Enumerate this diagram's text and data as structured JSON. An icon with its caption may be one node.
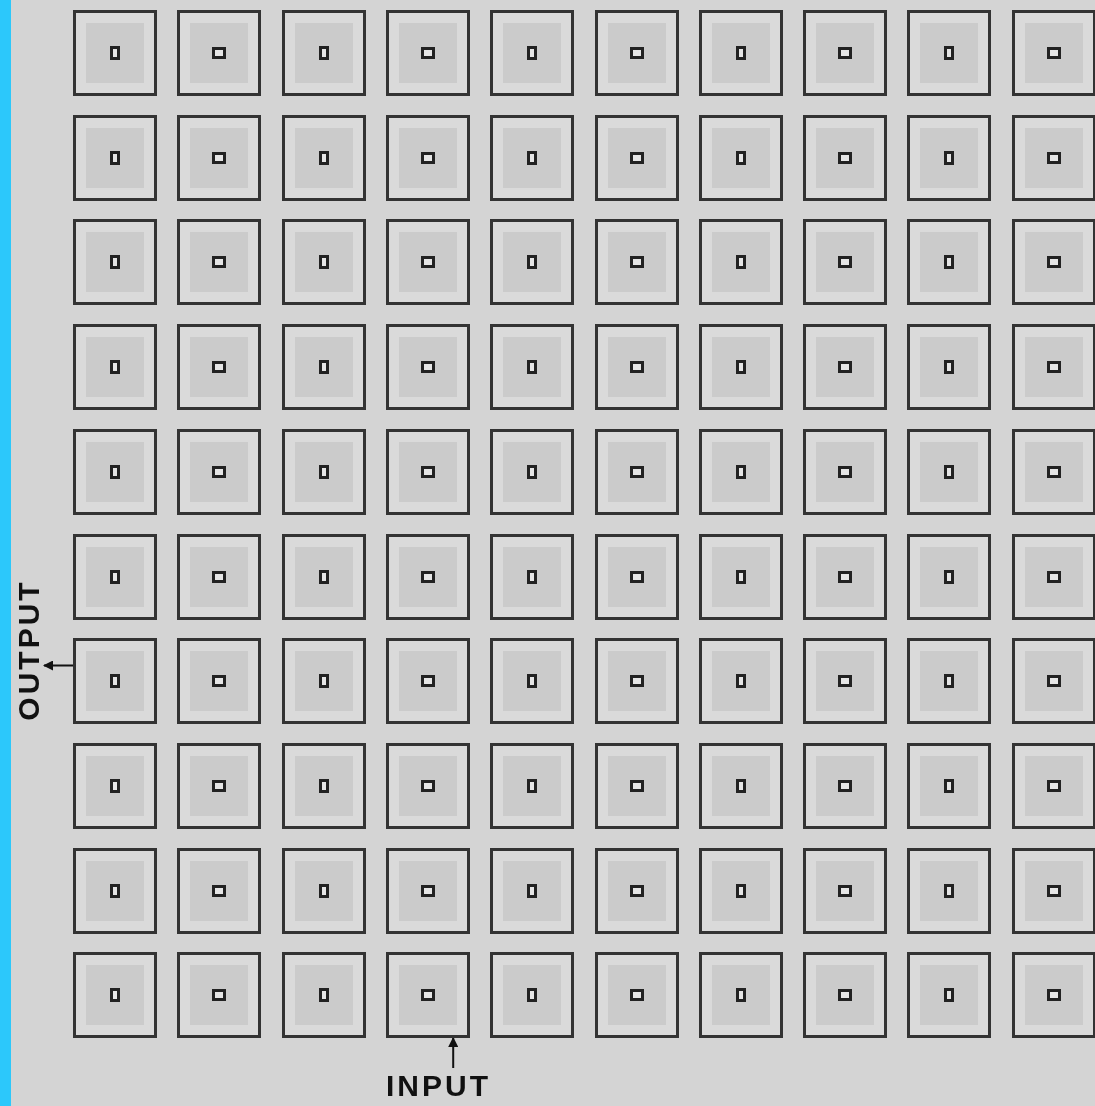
{
  "diagram": {
    "nodes": [
      {
        "text": [],
        "shape": "box"
      },
      {
        "text": [],
        "shape": "box"
      },
      {
        "text": [],
        "shape": "box"
      },
      {
        "text": [],
        "shape": "box"
      },
      {
        "text": [],
        "shape": "box"
      },
      {
        "text": [],
        "shape": "box"
      },
      {
        "text": [],
        "shape": "box"
      },
      {
        "text": [],
        "shape": "box"
      },
      {
        "text": [],
        "shape": "box"
      },
      {
        "text": [],
        "shape": "box"
      },
      {
        "text": [],
        "shape": "box"
      },
      {
        "text": [],
        "shape": "box"
      },
      {
        "text": [],
        "shape": "box"
      },
      {
        "text": [],
        "shape": "box"
      },
      {
        "text": [],
        "shape": "box"
      },
      {
        "text": [],
        "shape": "box"
      },
      {
        "text": [],
        "shape": "box"
      },
      {
        "text": [],
        "shape": "box"
      },
      {
        "text": [],
        "shape": "box"
      },
      {
        "text": [],
        "shape": "box"
      },
      {
        "text": [],
        "shape": "box"
      },
      {
        "text": [],
        "shape": "box"
      },
      {
        "text": [],
        "shape": "box"
      },
      {
        "text": [],
        "shape": "box"
      },
      {
        "text": [],
        "shape": "box"
      },
      {
        "text": [],
        "shape": "box"
      },
      {
        "text": [],
        "shape": "box"
      },
      {
        "text": [],
        "shape": "box"
      },
      {
        "text": [],
        "shape": "box"
      },
      {
        "text": [],
        "shape": "box"
      },
      {
        "text": [],
        "shape": "box"
      },
      {
        "text": [],
        "shape": "box"
      },
      {
        "text": [],
        "shape": "box"
      },
      {
        "text": [],
        "shape": "box"
      },
      {
        "text": [],
        "shape": "box"
      },
      {
        "text": [],
        "shape": "box"
      },
      {
        "text": [],
        "shape": "box"
      },
      {
        "text": [],
        "shape": "box"
      },
      {
        "text": [],
        "shape": "box"
      },
      {
        "text": [],
        "shape": "box"
      },
      {
        "text": [],
        "shape": "box"
      },
      {
        "text": [],
        "shape": "box"
      },
      {
        "text": [],
        "shape": "box"
      },
      {
        "text": [],
        "shape": "box"
      },
      {
        "text": [],
        "shape": "box"
      },
      {
        "text": [],
        "shape": "box"
      },
      {
        "text": [],
        "shape": "box"
      },
      {
        "text": [],
        "shape": "box"
      },
      {
        "text": [],
        "shape": "box"
      },
      {
        "text": [],
        "shape": "box"
      },
      {
        "text": [],
        "shape": "box"
      },
      {
        "text": [],
        "shape": "box"
      },
      {
        "text": [],
        "shape": "box"
      },
      {
        "text": [],
        "shape": "box"
      },
      {
        "text": [],
        "shape": "box"
      },
      {
        "text": [],
        "shape": "box"
      },
      {
        "text": [],
        "shape": "box"
      },
      {
        "text": [],
        "shape": "box"
      },
      {
        "text": [],
        "shape": "box"
      },
      {
        "text": [],
        "shape": "box"
      },
      {
        "text": [],
        "shape": "box"
      },
      {
        "text": [],
        "shape": "box"
      },
      {
        "text": [],
        "shape": "box"
      },
      {
        "text": [],
        "shape": "box"
      },
      {
        "text": [],
        "shape": "box"
      },
      {
        "text": [],
        "shape": "box"
      },
      {
        "text": [],
        "shape": "box"
      },
      {
        "text": [],
        "shape": "box"
      },
      {
        "text": [],
        "shape": "box"
      },
      {
        "text": [],
        "shape": "box"
      },
      {
        "text": [],
        "shape": "box"
      },
      {
        "text": [],
        "shape": "box"
      },
      {
        "text": [],
        "shape": "box"
      },
      {
        "text": [],
        "shape": "box"
      },
      {
        "text": [],
        "shape": "box"
      },
      {
        "text": [],
        "shape": "box"
      },
      {
        "text": [],
        "shape": "box"
      },
      {
        "text": [],
        "shape": "box"
      },
      {
        "text": [],
        "shape": "box"
      },
      {
        "text": [],
        "shape": "box"
      },
      {
        "text": [],
        "shape": "box"
      },
      {
        "text": [],
        "shape": "box"
      },
      {
        "text": [],
        "shape": "box"
      },
      {
        "text": [],
        "shape": "box"
      },
      {
        "text": [],
        "shape": "box"
      },
      {
        "text": [],
        "shape": "box"
      },
      {
        "text": [],
        "shape": "box"
      },
      {
        "text": [],
        "shape": "box"
      },
      {
        "text": [],
        "shape": "box"
      },
      {
        "text": [],
        "shape": "box"
      },
      {
        "text": [],
        "shape": "box"
      },
      {
        "text": [],
        "shape": "box"
      },
      {
        "text": [],
        "shape": "box"
      },
      {
        "text": [],
        "shape": "box"
      },
      {
        "text": [],
        "shape": "box"
      },
      {
        "text": [],
        "shape": "box"
      },
      {
        "text": [],
        "shape": "box"
      },
      {
        "text": [],
        "shape": "box"
      },
      {
        "text": [],
        "shape": "box"
      },
      {
        "text": [],
        "shape": "box"
      },
      {
        "text": [
          "OUTPUT"
        ]
      },
      {
        "text": [
          "INPUT"
        ]
      }
    ],
    "edges": [
      {
        "from": 60,
        "to": 100,
        "arrow": "to"
      },
      {
        "from": 101,
        "to": 93,
        "arrow": "to"
      }
    ]
  }
}
